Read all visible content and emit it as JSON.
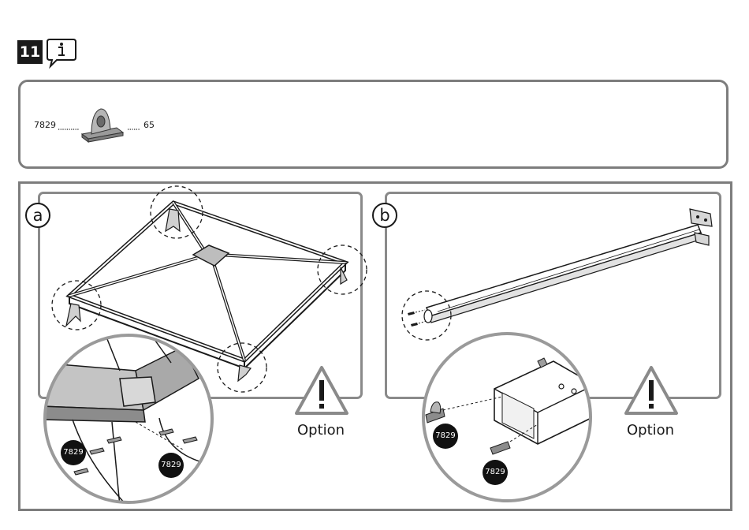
{
  "step": {
    "number": "11"
  },
  "parts": {
    "part_code": "7829",
    "quantity": "65"
  },
  "panel_a": {
    "label": "a",
    "badge_left": "7829",
    "badge_right": "7829",
    "option_label": "Option"
  },
  "panel_b": {
    "label": "b",
    "badge_top": "7829",
    "badge_bottom": "7829",
    "option_label": "Option"
  },
  "icons": {
    "info": "info-icon",
    "warning": "warning-triangle-icon"
  }
}
